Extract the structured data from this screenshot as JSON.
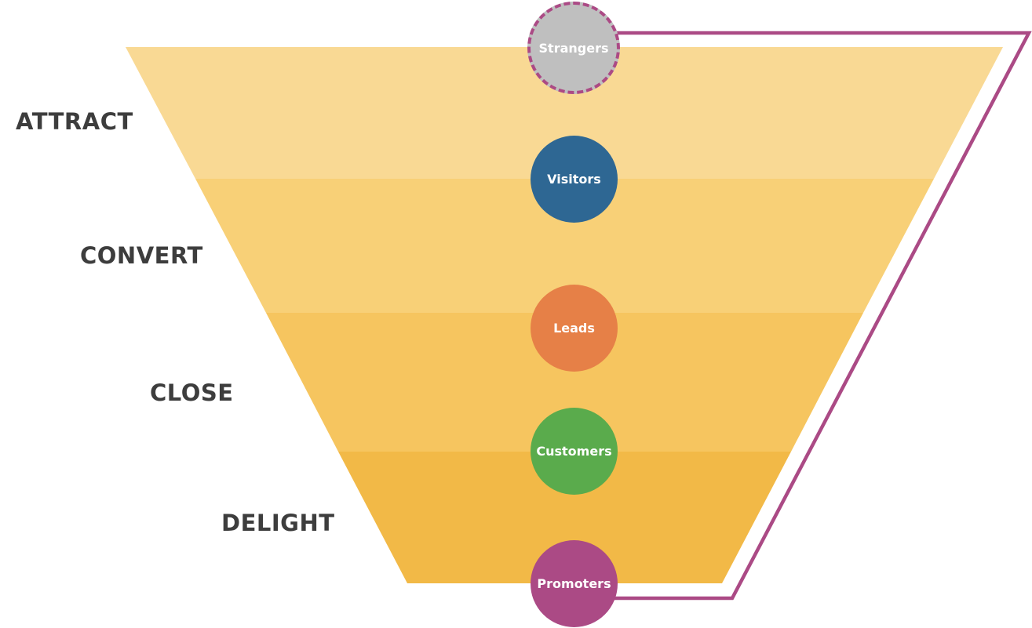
{
  "stages": [
    {
      "label": "ATTRACT",
      "color": "#f9d994"
    },
    {
      "label": "CONVERT",
      "color": "#f8d077"
    },
    {
      "label": "CLOSE",
      "color": "#f6c55f"
    },
    {
      "label": "DELIGHT",
      "color": "#f2b947"
    }
  ],
  "nodes": [
    {
      "label": "Strangers",
      "color": "#bfbfbf",
      "border": "dashed"
    },
    {
      "label": "Visitors",
      "color": "#2e6793"
    },
    {
      "label": "Leads",
      "color": "#e68047"
    },
    {
      "label": "Customers",
      "color": "#5aab4c"
    },
    {
      "label": "Promoters",
      "color": "#ab4a85"
    }
  ],
  "loop_color": "#ab4a85"
}
